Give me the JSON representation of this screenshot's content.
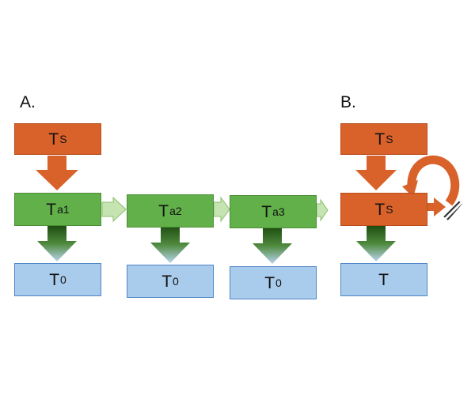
{
  "panel_a": {
    "label": "A.",
    "source": {
      "main": "T",
      "sub": "S"
    },
    "columns": [
      {
        "middle": {
          "main": "T",
          "sub": "a1"
        },
        "bottom": {
          "main": "T",
          "sub": "0"
        }
      },
      {
        "middle": {
          "main": "T",
          "sub": "a2"
        },
        "bottom": {
          "main": "T",
          "sub": "0"
        }
      },
      {
        "middle": {
          "main": "T",
          "sub": "a3"
        },
        "bottom": {
          "main": "T",
          "sub": "0"
        }
      }
    ]
  },
  "panel_b": {
    "label": "B.",
    "source": {
      "main": "T",
      "sub": "S"
    },
    "middle": {
      "main": "T",
      "sub": "S"
    },
    "bottom": {
      "main": "T",
      "sub": ""
    }
  },
  "colors": {
    "source_fill": "#d9622b",
    "intermediate_fill": "#62b04a",
    "sink_fill": "#a9cbec",
    "arrow_orange": "#d9622b",
    "arrow_green_dark": "#1e4d12",
    "arrow_light_green": "#c5e4b2"
  }
}
